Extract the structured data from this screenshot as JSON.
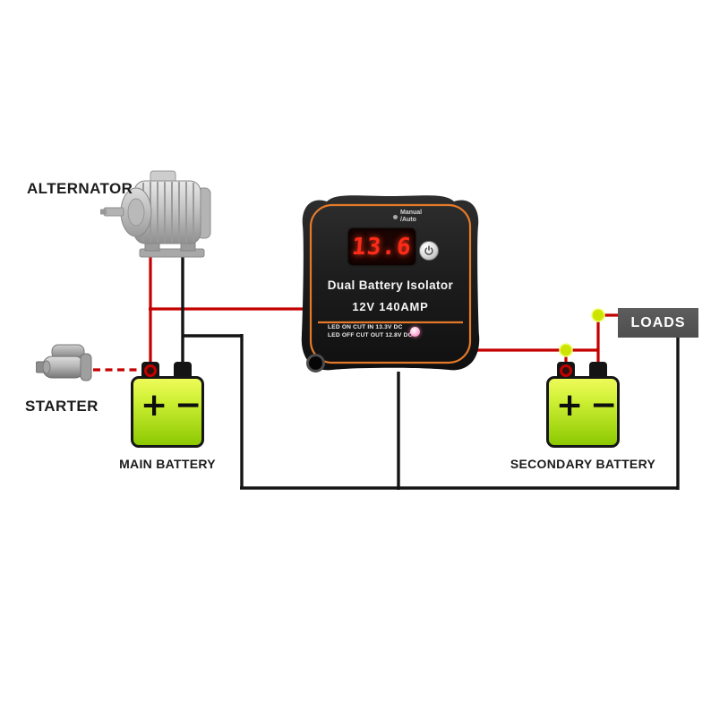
{
  "labels": {
    "alternator": "ALTERNATOR",
    "starter": "STARTER",
    "main_battery": "MAIN BATTERY",
    "secondary_battery": "SECONDARY BATTERY",
    "loads": "LOADS"
  },
  "isolator": {
    "title": "Dual Battery Isolator",
    "rating": "12V  140AMP",
    "display_value": "13.6",
    "mode_line1": "Manual",
    "mode_line2": "/Auto",
    "spec_line1": "LED ON CUT IN 13.3V DC",
    "spec_line2": "LED OFF CUT OUT 12.8V DC"
  },
  "battery": {
    "plus": "+",
    "minus": "−"
  },
  "icons": {
    "power_button": "power-icon",
    "mode_indicator": "indicator-dot",
    "junction": "junction-dot"
  },
  "colors": {
    "positive_wire": "#c40000",
    "ground_wire": "#141414",
    "battery_green_light": "#eefb5a",
    "battery_green_dark": "#8cc903",
    "accent_orange": "#ef7f2a",
    "led_display_red": "#ff2a18",
    "junction_dot": "#cde400",
    "loads_background": "#4e4e4e"
  }
}
